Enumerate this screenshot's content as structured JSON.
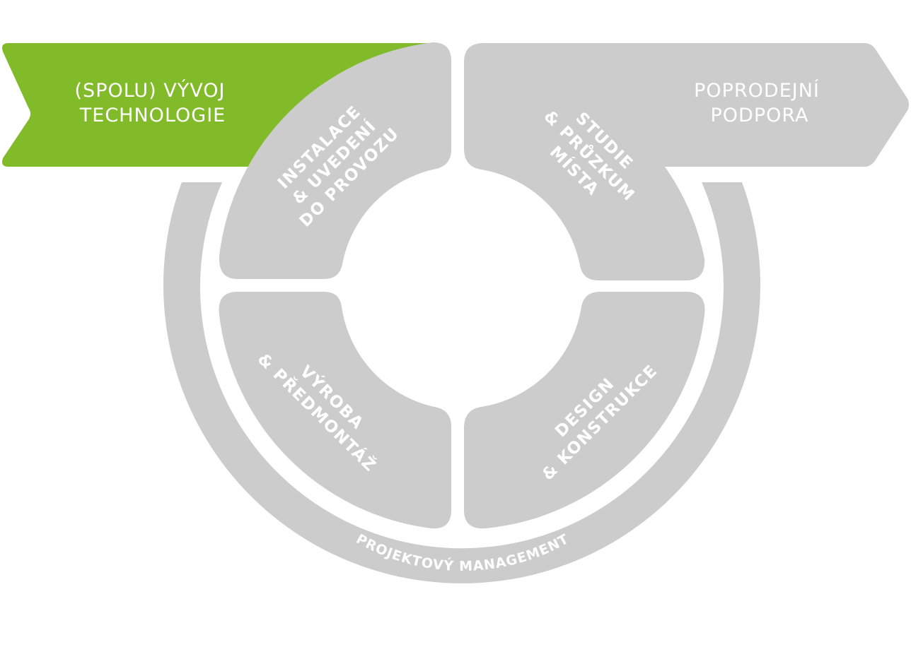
{
  "left_arrow": {
    "line1": "(SPOLU) VÝVOJ",
    "line2": "TECHNOLOGIE",
    "color": "#82bb2a"
  },
  "right_arrow": {
    "line1": "POPRODEJNÍ",
    "line2": "PODPORA",
    "color": "#cccccc"
  },
  "segments": {
    "top_left": {
      "line1": "INSTALACE",
      "line2": "& UVEDENÍ",
      "line3": "DO PROVOZU"
    },
    "top_right": {
      "line1": "STUDIE",
      "line2": "& PRŮZKUM",
      "line3": "MÍSTA"
    },
    "bottom_left": {
      "line1": "VÝROBA",
      "line2": "& PŘEDMONTÁŽ"
    },
    "bottom_right": {
      "line1": "DESIGN",
      "line2": "& KONSTRUKCE"
    }
  },
  "ring": {
    "label": "PROJEKTOVÝ MANAGEMENT"
  }
}
